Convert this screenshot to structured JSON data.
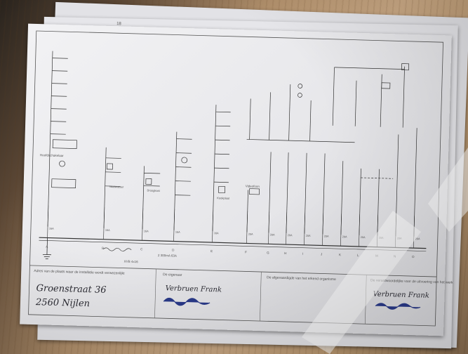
{
  "sheet": {
    "page_number": "18",
    "stamp_vaatwasser": "Vaatwasser",
    "stamp_droogkast": "Droogkast",
    "stamp_kookplaat": "Kookplaat",
    "stamp_videofoon": "Videofoon",
    "main_breaker_label": "Hoofdschakelaar",
    "main_cable": "XVB 4x16",
    "main_rating": "2 300mA 63A",
    "address_heading": "Adres van de plaats waar de installatie wordt verwezenlijkt",
    "address_line1": "Groenstraat 36",
    "address_line2": "2560 Nijlen",
    "owner_heading": "De eigenaar",
    "owner_name": "Verbruen Frank",
    "inspector_heading": "De afgevaardigde van het erkend organisme",
    "installer_heading": "De verantwoordelijke voor de uitvoering van het werk",
    "installer_name": "Verbruen Frank",
    "circuit_letters": [
      "A",
      "B",
      "C",
      "D",
      "E",
      "F",
      "G",
      "H",
      "I",
      "J",
      "K",
      "L",
      "M",
      "N",
      "O"
    ],
    "breaker_ratings": [
      "16A",
      "16A",
      "16A",
      "16A",
      "16A",
      "20A",
      "20A",
      "20A",
      "20A",
      "20A",
      "20A",
      "20A",
      "20A",
      "20A",
      "20A"
    ]
  }
}
